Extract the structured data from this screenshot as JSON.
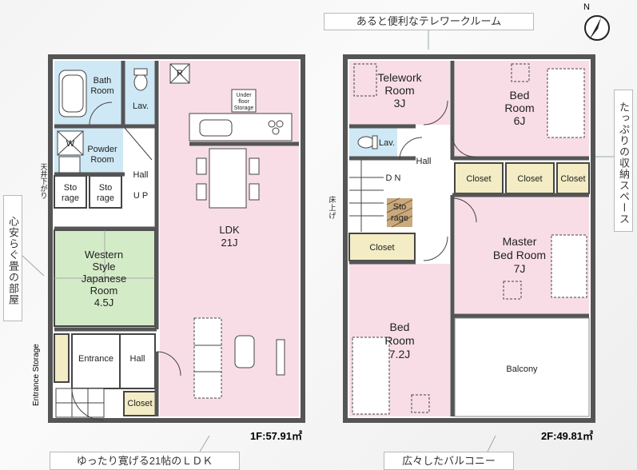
{
  "callouts": {
    "telework": "あると便利なテレワークルーム",
    "storage_space": "たっぷりの収納スペース",
    "relax_room": "心安らぐ畳の部屋",
    "ldk": "ゆったり寛げる21帖のＬＤＫ",
    "balcony": "広々したバルコニー"
  },
  "compass": {
    "north": "N"
  },
  "floor1": {
    "area": "1F:57.91㎡",
    "rooms": {
      "bath": [
        "Bath",
        "Room"
      ],
      "lav": "Lav.",
      "powder": [
        "Powder",
        "Room"
      ],
      "washer": "W",
      "hall": "Hall",
      "up": "U P",
      "storage_left": [
        "Sto",
        "rage"
      ],
      "storage_right": [
        "Sto",
        "rage"
      ],
      "japanese": [
        "Western",
        "Style",
        "Japanese",
        "Room",
        "4.5J"
      ],
      "ldk": [
        "LDK",
        "21J"
      ],
      "refrigerator": "R",
      "under_floor": [
        "Under",
        "floor",
        "Storage"
      ],
      "entrance": "Entrance",
      "hall_entry": "Hall",
      "closet": "Closet",
      "entrance_storage": "Entrance Storage",
      "ceiling_note": [
        "天",
        "井",
        "下",
        "が",
        "り"
      ]
    }
  },
  "floor2": {
    "area": "2F:49.81㎡",
    "rooms": {
      "telework": [
        "Telework",
        "Room",
        "3J"
      ],
      "bed1": [
        "Bed",
        "Room",
        "6J"
      ],
      "lav": "Lav.",
      "hall": "Hall",
      "dn": "D N",
      "storage": [
        "Sto",
        "rage"
      ],
      "floor_note": [
        "床",
        "上",
        "げ"
      ],
      "closet_a": "Closet",
      "closet_b": "Closet",
      "closet_c": "Closet",
      "closet_d": "Closet",
      "master": [
        "Master",
        "Bed Room",
        "7J"
      ],
      "bed2": [
        "Bed",
        "Room",
        "7.2J"
      ],
      "balcony": "Balcony"
    }
  }
}
